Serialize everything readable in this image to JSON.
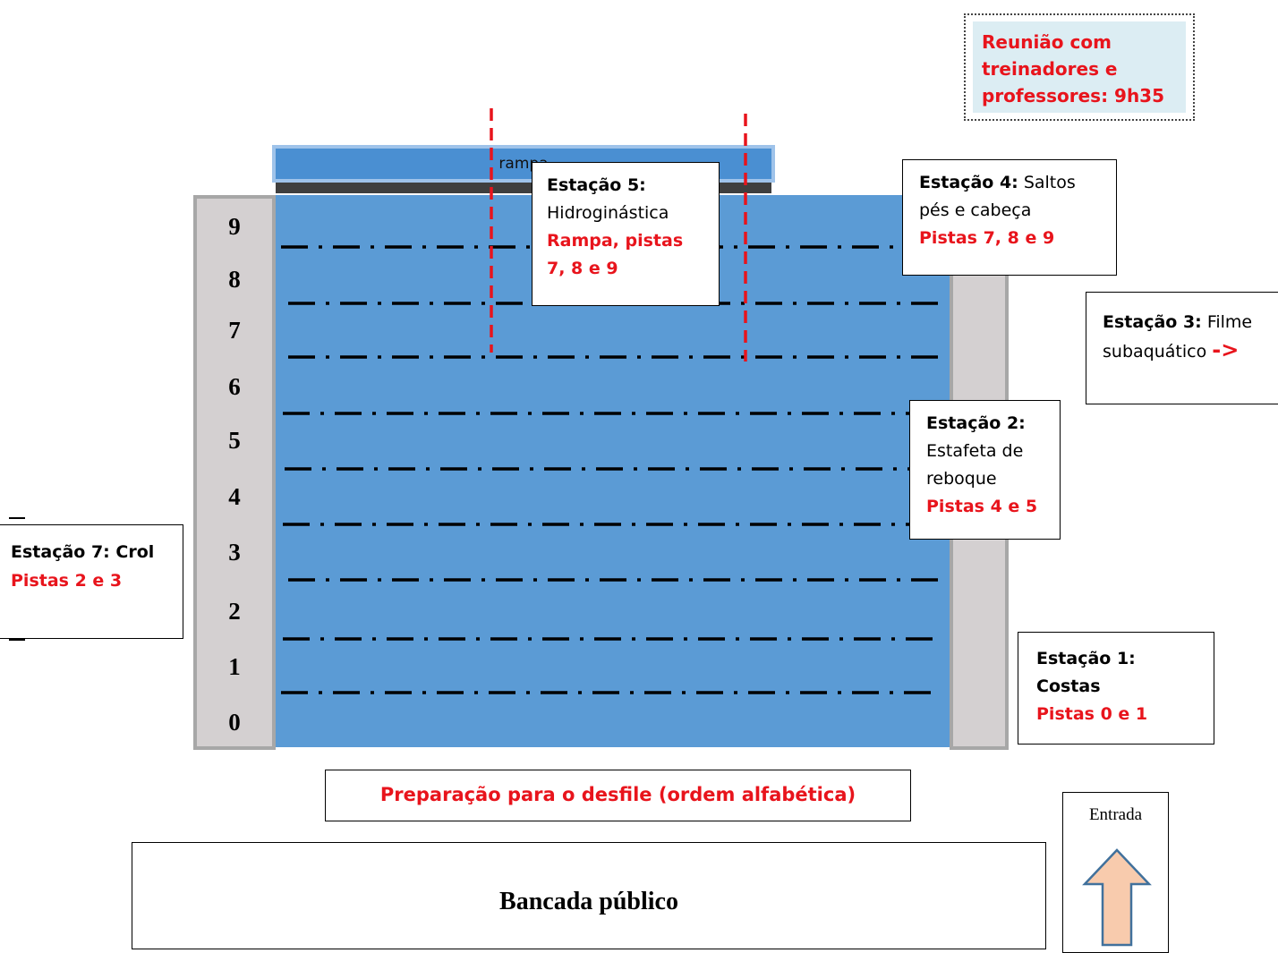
{
  "meeting": {
    "text": "Reunião com treinadores e professores: 9h35"
  },
  "pool": {
    "ramp_label": "rampa",
    "lanes": [
      "9",
      "8",
      "7",
      "6",
      "5",
      "4",
      "3",
      "2",
      "1",
      "0"
    ],
    "colors": {
      "water": "#5b9bd5",
      "wall": "#d4d0d1",
      "rope": "#000000",
      "marker": "#e8141c"
    }
  },
  "stations": {
    "s5": {
      "title": "Estação 5:",
      "desc": "Hidroginástica",
      "lanes": "Rampa, pistas 7, 8 e 9"
    },
    "s4": {
      "title": "Estação 4:",
      "desc": "Saltos pés e cabeça",
      "lanes": "Pistas 7, 8 e 9"
    },
    "s3": {
      "title": "Estação 3:",
      "desc": "Filme subaquático",
      "arrow": "->"
    },
    "s2": {
      "title": "Estação 2:",
      "desc": "Estafeta de reboque",
      "lanes": "Pistas 4 e 5"
    },
    "s1": {
      "title": "Estação 1:",
      "desc": "Costas",
      "lanes": "Pistas 0 e 1"
    },
    "s7": {
      "title": "Estação 7: Crol",
      "lanes": "Pistas 2 e 3"
    }
  },
  "prep": {
    "text": "Preparação para o desfile (ordem alfabética)"
  },
  "stands": {
    "text": "Bancada público"
  },
  "entrance": {
    "label": "Entrada",
    "arrow_icon": "arrow-up-icon"
  }
}
